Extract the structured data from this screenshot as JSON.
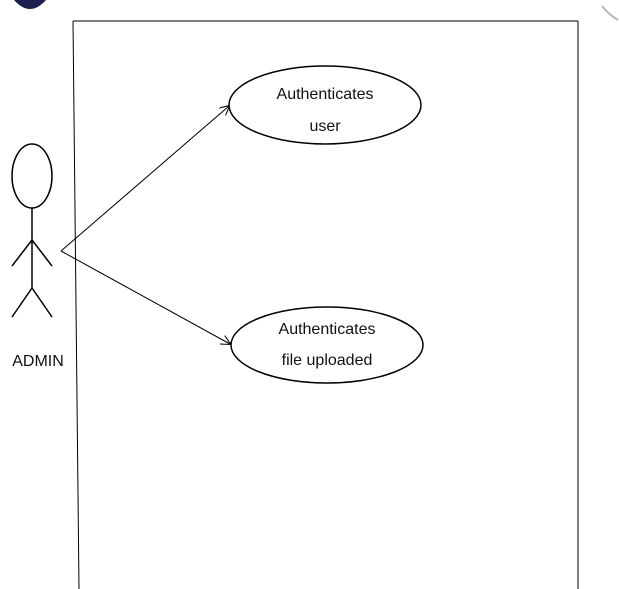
{
  "actor": {
    "label": "ADMIN"
  },
  "use_cases": [
    {
      "lines": [
        "Authenticates",
        "user"
      ]
    },
    {
      "lines": [
        "Authenticates",
        "file uploaded"
      ]
    }
  ],
  "colors": {
    "stroke": "#000000",
    "text": "#111111",
    "corner_blob": "#1a1f4d",
    "corner_mark": "#b9b9b9"
  }
}
